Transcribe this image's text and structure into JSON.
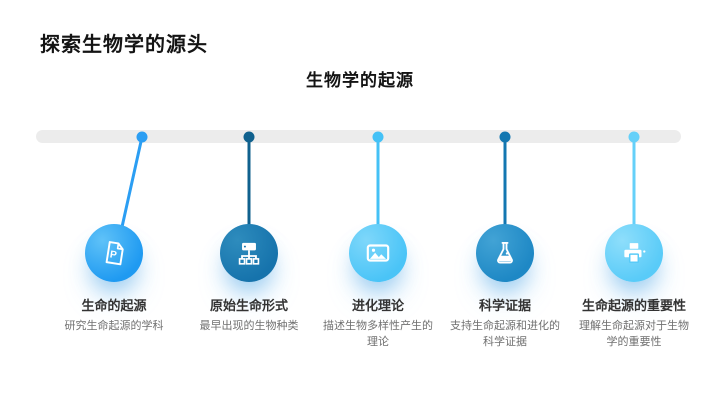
{
  "page": {
    "title": "探索生物学的源头",
    "subtitle": "生物学的起源"
  },
  "timeline": {
    "bar_color": "#ececec",
    "items": [
      {
        "title": "生命的起源",
        "desc": "研究生命起源的学科",
        "icon": "document-p-icon",
        "icon_letter": "P",
        "colors": {
          "dot": "#2b9ef3",
          "circle": "#1f9af1",
          "circle_light": "#5fc2f8"
        }
      },
      {
        "title": "原始生命形式",
        "desc": "最早出现的生物种类",
        "icon": "sitemap-icon",
        "colors": {
          "dot": "#10618e",
          "circle": "#1673ac",
          "circle_light": "#2e8cbd"
        }
      },
      {
        "title": "进化理论",
        "desc": "描述生物多样性产生的理论",
        "icon": "image-icon",
        "colors": {
          "dot": "#44c1f6",
          "circle": "#4ac4f7",
          "circle_light": "#7ed7fa"
        }
      },
      {
        "title": "科学证据",
        "desc": "支持生命起源和进化的科学证据",
        "icon": "flask-icon",
        "colors": {
          "dot": "#1377b1",
          "circle": "#1e88c5",
          "circle_light": "#42a3d5"
        }
      },
      {
        "title": "生命起源的重要性",
        "desc": "理解生命起源对于生物学的重要性",
        "icon": "printer-icon",
        "colors": {
          "dot": "#65d0f9",
          "circle": "#59cbf8",
          "circle_light": "#8edefb"
        }
      }
    ]
  }
}
